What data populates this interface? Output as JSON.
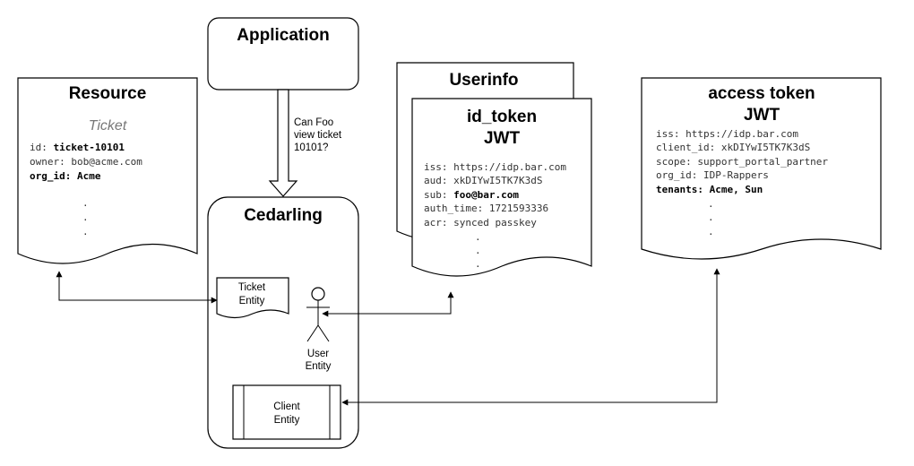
{
  "application": {
    "title": "Application"
  },
  "query": {
    "lines": [
      "Can Foo",
      "view ticket",
      "10101?"
    ]
  },
  "resource": {
    "title": "Resource",
    "subtitle": "Ticket",
    "id_key": "id: ",
    "id_val": "ticket-10101",
    "owner": "owner: bob@acme.com",
    "org_id": "org_id: Acme"
  },
  "cedarling": {
    "title": "Cedarling",
    "ticket_entity": [
      "Ticket",
      "Entity"
    ],
    "user_entity": [
      "User",
      "Entity"
    ],
    "client_entity": [
      "Client",
      "Entity"
    ]
  },
  "userinfo": {
    "title": "Userinfo"
  },
  "id_token": {
    "title1": "id_token",
    "title2": "JWT",
    "iss": "iss: https://idp.bar.com",
    "aud": "aud: xkDIYwI5TK7K3dS",
    "sub_key": "sub: ",
    "sub_val": "foo@bar.com",
    "auth_time": "auth_time: 1721593336",
    "acr": "acr: synced passkey"
  },
  "access_token": {
    "title1": "access token",
    "title2": "JWT",
    "iss": "iss: https://idp.bar.com",
    "client_id": "client_id: xkDIYwI5TK7K3dS",
    "scope": "scope: support_portal_partner",
    "org_id": "org_id: IDP-Rappers",
    "tenants": "tenants: Acme, Sun"
  },
  "ellipsis": "."
}
